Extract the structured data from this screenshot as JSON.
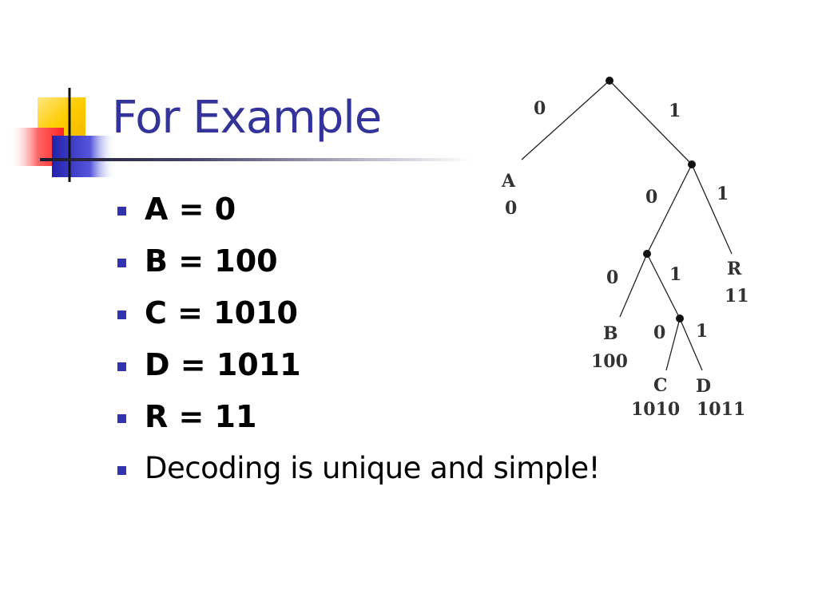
{
  "slide": {
    "title": "For Example",
    "bullets": [
      {
        "text": "A = 0",
        "bold": true
      },
      {
        "text": "B = 100",
        "bold": true
      },
      {
        "text": "C = 1010",
        "bold": true
      },
      {
        "text": "D = 1011",
        "bold": true
      },
      {
        "text": "R = 11",
        "bold": true
      },
      {
        "text": "Decoding is unique and simple!",
        "bold": false
      }
    ]
  },
  "tree": {
    "edges": {
      "root_left": "0",
      "root_right": "1",
      "n1_left": "0",
      "n1_right": "1",
      "n2_left": "0",
      "n2_right": "1",
      "n3_left": "0",
      "n3_right": "1"
    },
    "leaves": {
      "a": {
        "symbol": "A",
        "code": "0"
      },
      "r": {
        "symbol": "R",
        "code": "11"
      },
      "b": {
        "symbol": "B",
        "code": "100"
      },
      "c": {
        "symbol": "C",
        "code": "1010"
      },
      "d": {
        "symbol": "D",
        "code": "1011"
      }
    }
  },
  "colors": {
    "title": "#33339a",
    "bullet": "#3333b0",
    "deco_yellow": "#ffcc00",
    "deco_red": "#ff3333",
    "deco_blue": "#3333cc"
  }
}
